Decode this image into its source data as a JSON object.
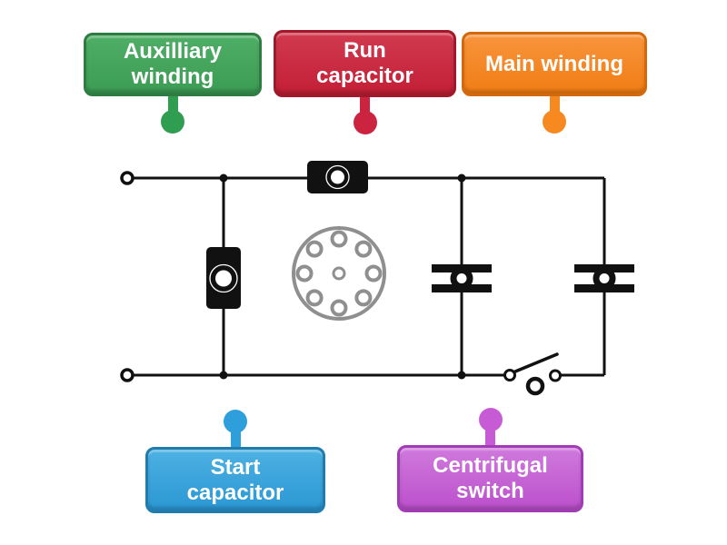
{
  "page": {
    "background_color": "#ffffff",
    "wire_color": "#111111",
    "motor_color": "#8f8f8f"
  },
  "labels": [
    {
      "id": "auxilliary-winding",
      "line1": "Auxilliary",
      "line2": "winding",
      "fill": "#3b9c53",
      "border": "#2d7d43",
      "pin_color": "#2f9e50",
      "pin_side": "bottom"
    },
    {
      "id": "run-capacitor",
      "line1": "Run",
      "line2": "capacitor",
      "fill": "#c92138",
      "border": "#a2182b",
      "pin_color": "#cc2340",
      "pin_side": "bottom"
    },
    {
      "id": "main-winding",
      "line1": "Main winding",
      "line2": "",
      "fill": "#f5831f",
      "border": "#d4680c",
      "pin_color": "#f68a21",
      "pin_side": "bottom"
    },
    {
      "id": "start-capacitor",
      "line1": "Start",
      "line2": "capacitor",
      "fill": "#2f9fdb",
      "border": "#1f7cad",
      "pin_color": "#2f9fdb",
      "pin_side": "top"
    },
    {
      "id": "centrifugal-switch",
      "line1": "Centrifugal",
      "line2": "switch",
      "fill": "#c45ad3",
      "border": "#a23cb6",
      "pin_color": "#c75bd6",
      "pin_side": "top"
    }
  ],
  "diagram": {
    "description_icons": [
      "terminal-icon",
      "junction-dot-icon",
      "run-capacitor-symbol-icon",
      "start-capacitor-symbol-icon",
      "motor-rotor-icon",
      "main-winding-symbol-icon",
      "auxiliary-winding-symbol-icon",
      "centrifugal-switch-symbol-icon"
    ]
  }
}
